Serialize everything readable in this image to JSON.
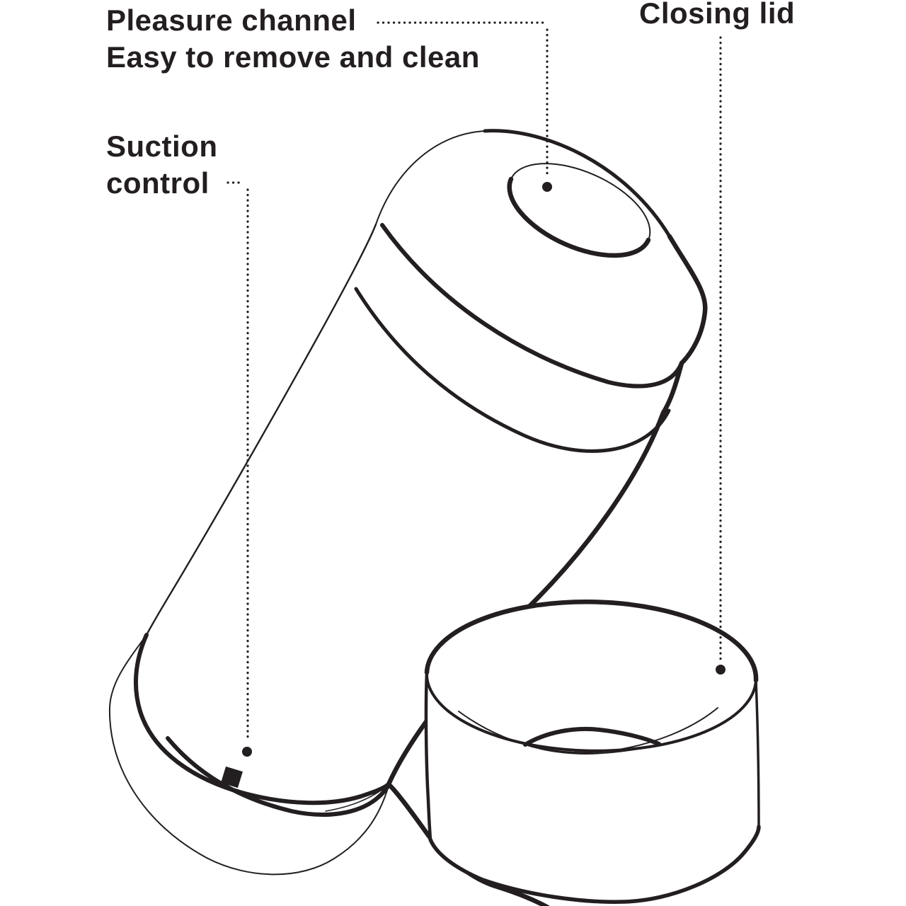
{
  "page": {
    "background": "#ffffff",
    "ink_color": "#231f20"
  },
  "figure": {
    "alt": "Black and white line drawing of a cylindrical cup tilted diagonally, resting against its detached round closing lid"
  },
  "callouts": {
    "pleasure_channel": {
      "line1": "Pleasure channel",
      "line2": "Easy to remove and clean"
    },
    "suction_control": {
      "line1": "Suction",
      "line2": "control"
    },
    "closing_lid": {
      "line1": "Closing lid"
    }
  }
}
